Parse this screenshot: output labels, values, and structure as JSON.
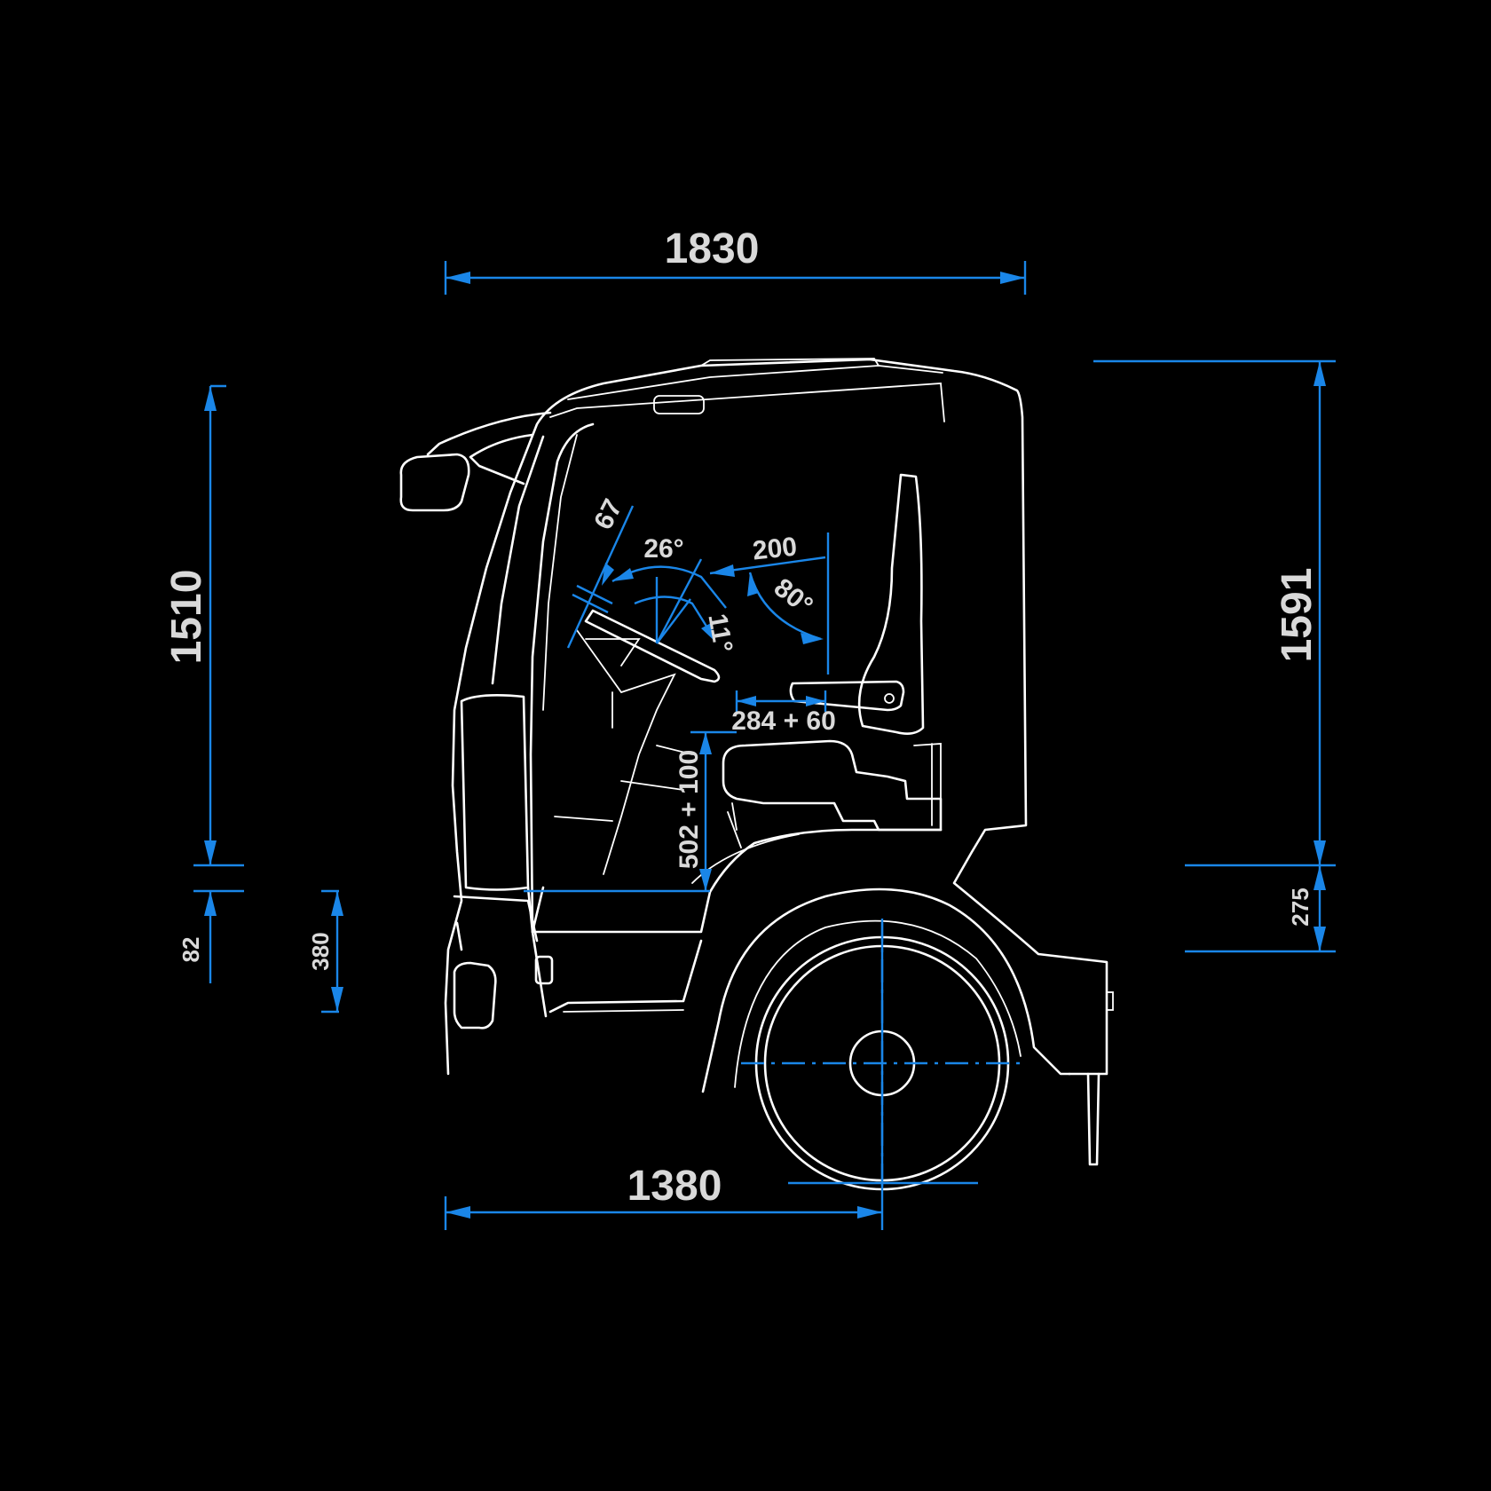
{
  "dimensions": {
    "cab_length": "1830",
    "wheelbase_front": "1380",
    "left_height": "1510",
    "left_step": "82",
    "entry_step": "380",
    "right_height": "1591",
    "right_step": "275",
    "steering_offset": "67",
    "steering_angle_tilt": "26°",
    "steering_angle_rake": "11°",
    "seat_backrest_offset": "200",
    "seat_backrest_angle": "80°",
    "seat_horizontal_adjust": "284 + 60",
    "seat_vertical_adjust": "502 + 100"
  },
  "colors": {
    "background": "#000000",
    "outline": "#ffffff",
    "dimension": "#1a86e8",
    "text": "#d9d9d9"
  }
}
